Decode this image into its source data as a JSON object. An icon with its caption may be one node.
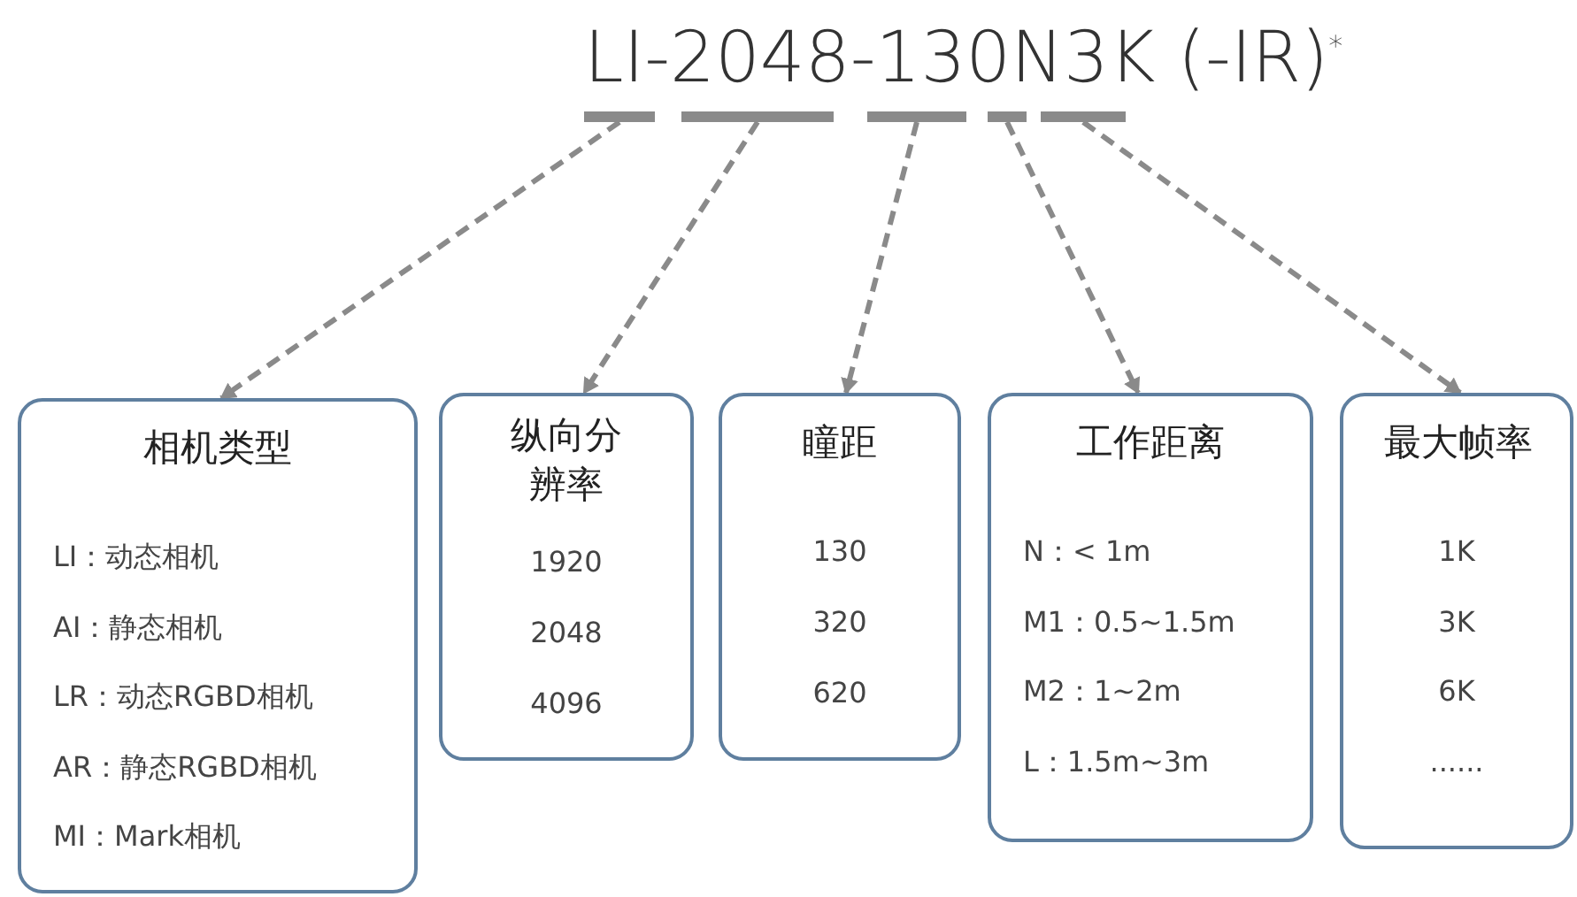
{
  "diagram": {
    "title": "LI-2048-130N3K (-IR)$^{*}$",
    "nodes": [
      {
        "text": [],
        "shape": "bar"
      },
      {
        "text": [],
        "shape": "bar"
      },
      {
        "text": [],
        "shape": "bar"
      },
      {
        "text": [],
        "shape": "bar"
      },
      {
        "text": [],
        "shape": "bar"
      },
      {
        "text": [
          "相机类型",
          "LI：动态相机",
          "AI：静态相机",
          "LR：动态RGBD相机",
          "AR：静态RGBD相机",
          "MI：Mark相机"
        ]
      },
      {
        "text": [
          "纵向分辨率",
          "1920",
          "2048",
          "4096"
        ]
      },
      {
        "text": [
          "瞳距",
          "130",
          "320",
          "620"
        ]
      },
      {
        "text": [
          "工作距离",
          "N：< 1m",
          "M1：0.5~1.5m",
          "M2：1~2m",
          "L：1.5m~3m"
        ]
      },
      {
        "text": [
          "最大帧率",
          "1K",
          "3K",
          "6K",
          "......"
        ]
      }
    ],
    "edges": [
      {
        "from": 0,
        "to": 5,
        "arrow": "to",
        "style": "dashed"
      },
      {
        "from": 1,
        "to": 6,
        "arrow": "to",
        "style": "dashed"
      },
      {
        "from": 2,
        "to": 7,
        "arrow": "to",
        "style": "dashed"
      },
      {
        "from": 3,
        "to": 8,
        "arrow": "to",
        "style": "dashed"
      },
      {
        "from": 4,
        "to": 9,
        "arrow": "to",
        "style": "dashed"
      }
    ]
  }
}
